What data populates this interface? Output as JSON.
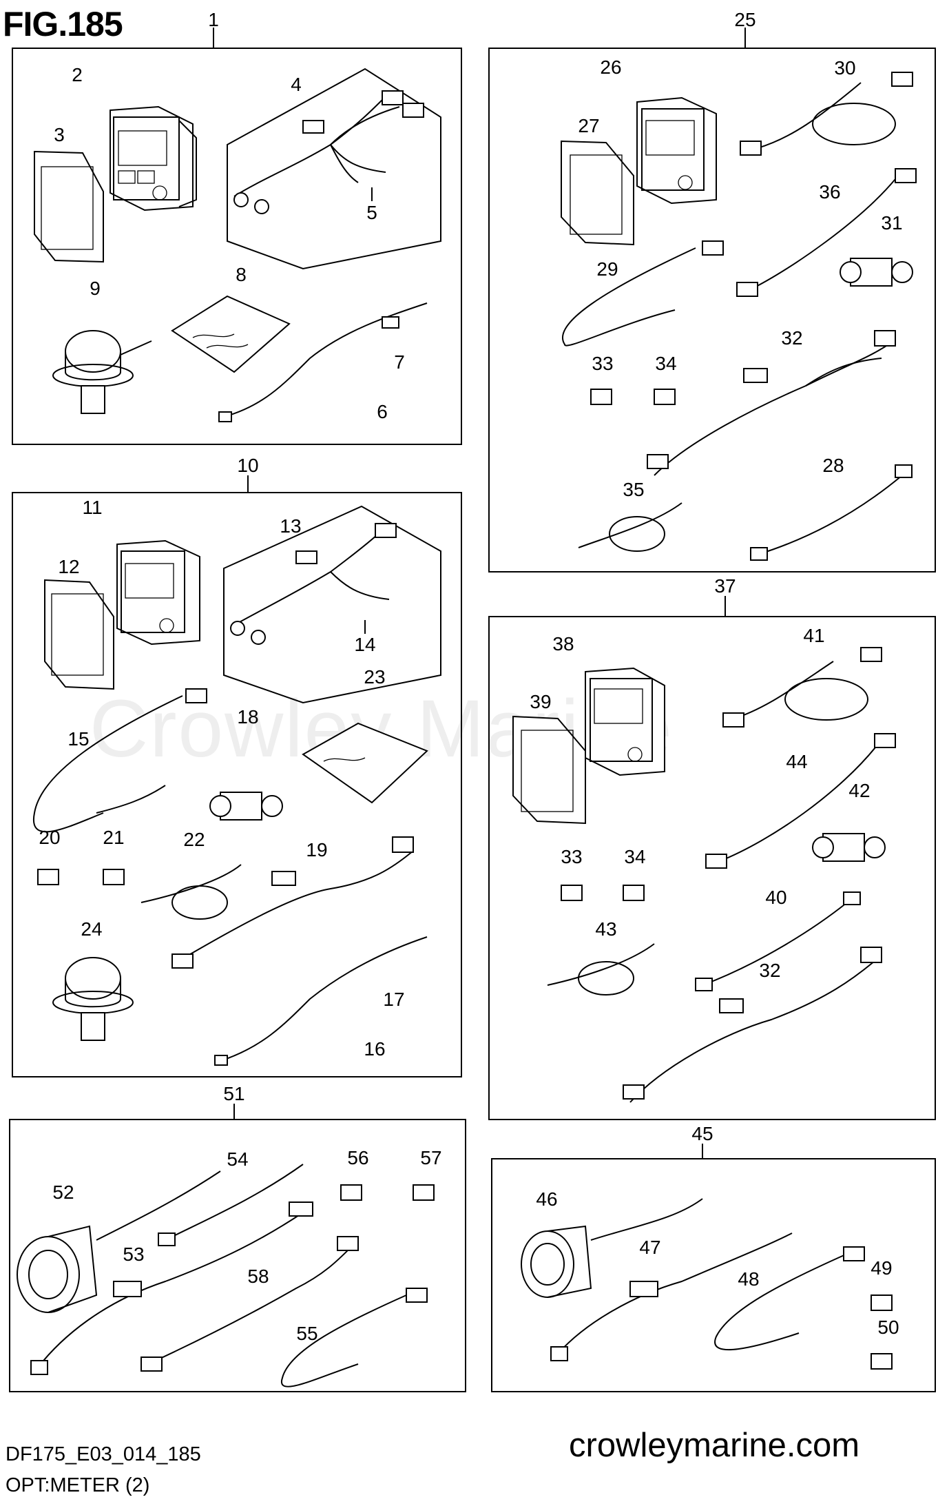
{
  "figure": {
    "title": "FIG.185",
    "code": "DF175_E03_014_185",
    "subtitle": "OPT:METER (2)",
    "website": "crowleymarine.com",
    "watermark": "Crowley Marine"
  },
  "callouts": {
    "g1": [
      "1",
      "2",
      "3",
      "4",
      "5",
      "6",
      "7",
      "8",
      "9"
    ],
    "g10": [
      "10",
      "11",
      "12",
      "13",
      "14",
      "15",
      "16",
      "17",
      "18",
      "19",
      "20",
      "21",
      "22",
      "23",
      "24"
    ],
    "g25": [
      "25",
      "26",
      "27",
      "28",
      "29",
      "30",
      "31",
      "32",
      "33",
      "34",
      "35",
      "36"
    ],
    "g37": [
      "37",
      "38",
      "39",
      "40",
      "41",
      "42",
      "43",
      "44",
      "32",
      "33",
      "34"
    ],
    "g45": [
      "45",
      "46",
      "47",
      "48",
      "49",
      "50"
    ],
    "g51": [
      "51",
      "52",
      "53",
      "54",
      "55",
      "56",
      "57",
      "58"
    ]
  }
}
